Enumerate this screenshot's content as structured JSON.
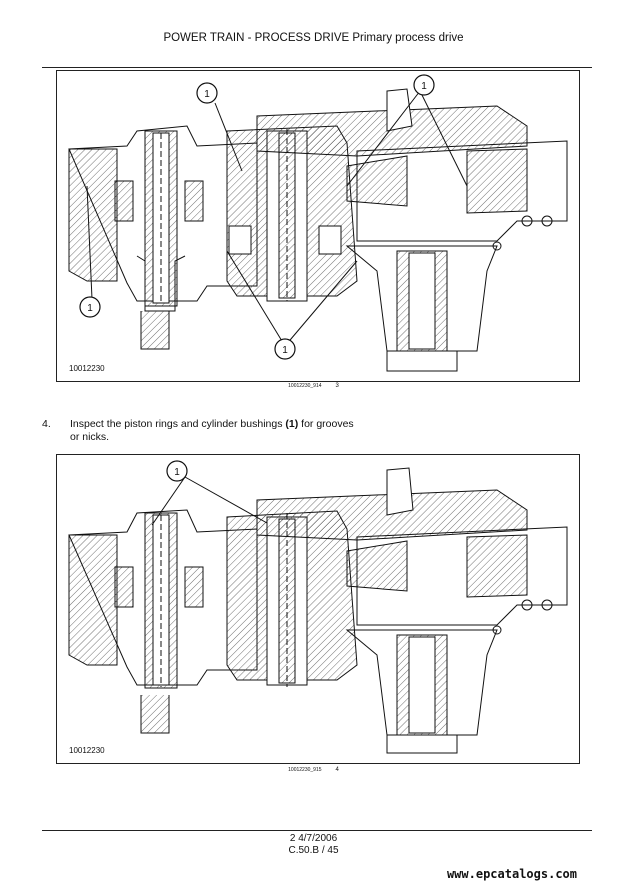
{
  "header": {
    "title": "POWER TRAIN - PROCESS DRIVE Primary process drive"
  },
  "figure1": {
    "id": "10012230",
    "ref_code": "10012230_914",
    "ref_number": "3",
    "callouts": [
      "1",
      "1",
      "1",
      "1"
    ]
  },
  "step": {
    "number": "4.",
    "text_before": "Inspect the piston rings and cylinder bushings ",
    "callout": "(1)",
    "text_after": " for grooves or nicks."
  },
  "figure2": {
    "id": "10012230",
    "ref_code": "10012230_915",
    "ref_number": "4",
    "callouts": [
      "1"
    ]
  },
  "footer": {
    "line1": "2 4/7/2006",
    "line2": "C.50.B / 45"
  },
  "watermark": "www.epcatalogs.com"
}
